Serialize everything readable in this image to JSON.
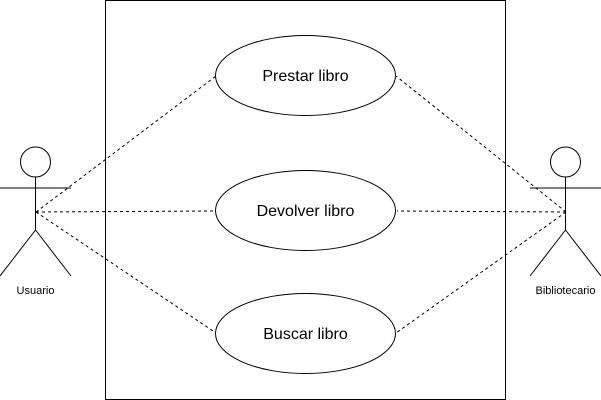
{
  "actors": [
    {
      "name": "Usuario",
      "icon": "stick-figure-icon"
    },
    {
      "name": "Bibliotecario",
      "icon": "stick-figure-icon"
    }
  ],
  "use_cases": [
    {
      "label": "Prestar libro"
    },
    {
      "label": "Devolver libro"
    },
    {
      "label": "Buscar libro"
    }
  ],
  "connections": {
    "Usuario": [
      "Prestar libro",
      "Devolver libro",
      "Buscar libro"
    ],
    "Bibliotecario": [
      "Prestar libro",
      "Devolver libro",
      "Buscar libro"
    ]
  },
  "colors": {
    "line": "#000000",
    "background": "#ffffff"
  }
}
